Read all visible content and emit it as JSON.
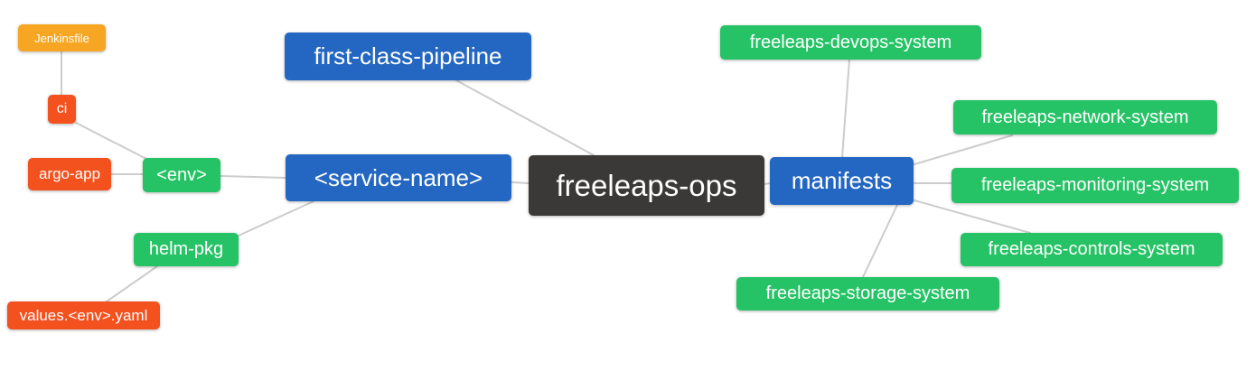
{
  "diagram": {
    "type": "mind-map",
    "root_label": "freeleaps-ops",
    "colors": {
      "root_node": "#3b3838",
      "primary_branch": "#2467c2",
      "secondary_branch": "#26c366",
      "leaf_red": "#f3511e",
      "leaf_orange": "#f6a623",
      "edge": "#cccccc",
      "text": "#ffffff",
      "background": "#ffffff"
    },
    "nodes": [
      {
        "id": "jenkinsfile",
        "label": "Jenkinsfile",
        "color": "orange"
      },
      {
        "id": "ci",
        "label": "ci",
        "color": "red"
      },
      {
        "id": "argo-app",
        "label": "argo-app",
        "color": "red"
      },
      {
        "id": "env",
        "label": "<env>",
        "color": "green"
      },
      {
        "id": "helm-pkg",
        "label": "helm-pkg",
        "color": "green"
      },
      {
        "id": "values-env-yaml",
        "label": "values.<env>.yaml",
        "color": "red"
      },
      {
        "id": "first-class-pipeline",
        "label": "first-class-pipeline",
        "color": "blue"
      },
      {
        "id": "service-name",
        "label": "<service-name>",
        "color": "blue"
      },
      {
        "id": "freeleaps-ops",
        "label": "freeleaps-ops",
        "color": "dark"
      },
      {
        "id": "manifests",
        "label": "manifests",
        "color": "blue"
      },
      {
        "id": "devops-system",
        "label": "freeleaps-devops-system",
        "color": "green"
      },
      {
        "id": "network-system",
        "label": "freeleaps-network-system",
        "color": "green"
      },
      {
        "id": "monitoring-system",
        "label": "freeleaps-monitoring-system",
        "color": "green"
      },
      {
        "id": "controls-system",
        "label": "freeleaps-controls-system",
        "color": "green"
      },
      {
        "id": "storage-system",
        "label": "freeleaps-storage-system",
        "color": "green"
      }
    ],
    "edges": [
      {
        "from": "jenkinsfile",
        "to": "ci"
      },
      {
        "from": "ci",
        "to": "env"
      },
      {
        "from": "argo-app",
        "to": "env"
      },
      {
        "from": "env",
        "to": "service-name"
      },
      {
        "from": "helm-pkg",
        "to": "service-name"
      },
      {
        "from": "values-env-yaml",
        "to": "helm-pkg"
      },
      {
        "from": "first-class-pipeline",
        "to": "freeleaps-ops"
      },
      {
        "from": "service-name",
        "to": "freeleaps-ops"
      },
      {
        "from": "freeleaps-ops",
        "to": "manifests"
      },
      {
        "from": "manifests",
        "to": "devops-system"
      },
      {
        "from": "manifests",
        "to": "network-system"
      },
      {
        "from": "manifests",
        "to": "monitoring-system"
      },
      {
        "from": "manifests",
        "to": "controls-system"
      },
      {
        "from": "manifests",
        "to": "storage-system"
      }
    ]
  }
}
